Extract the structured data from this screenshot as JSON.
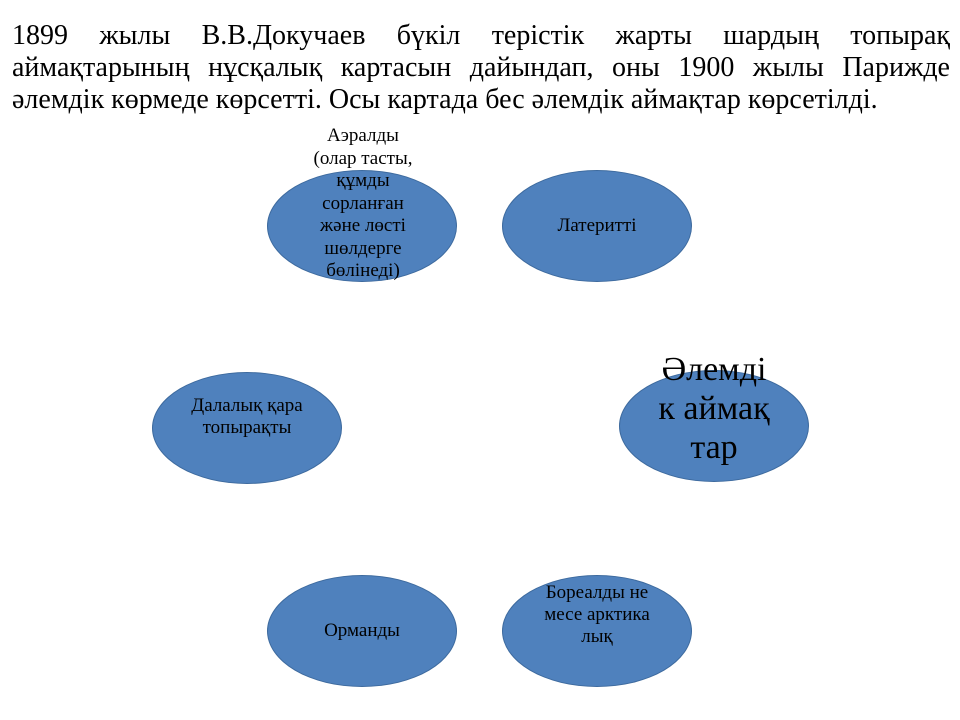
{
  "intro": {
    "text": "1899 жылы В.В.Докучаев бүкіл терістік жарты шардың топырақ аймақтарының нұсқалық картасын дайындап, оны 1900 жылы Парижде әлемдік көрмеде көрсетті. Осы картада бес әлемдік аймақтар көрсетілді."
  },
  "diagram": {
    "center": {
      "label": "Әлемдік аймақтар"
    },
    "nodes": [
      {
        "id": "aeraldy",
        "label": "Аэралды (олар тасты, құмды сорланған және лөсті шөлдерге бөлінеді)"
      },
      {
        "id": "lateritti",
        "label": "Латеритті"
      },
      {
        "id": "dalalyq",
        "label": "Далалық қара топырақты"
      },
      {
        "id": "ormandy",
        "label": "Орманды"
      },
      {
        "id": "borealdy",
        "label": "Бореалды немесе арктикалық"
      }
    ]
  },
  "colors": {
    "ellipse_fill": "#4f81bd",
    "ellipse_border": "#3d6a9e",
    "text": "#000000",
    "background": "#ffffff"
  }
}
